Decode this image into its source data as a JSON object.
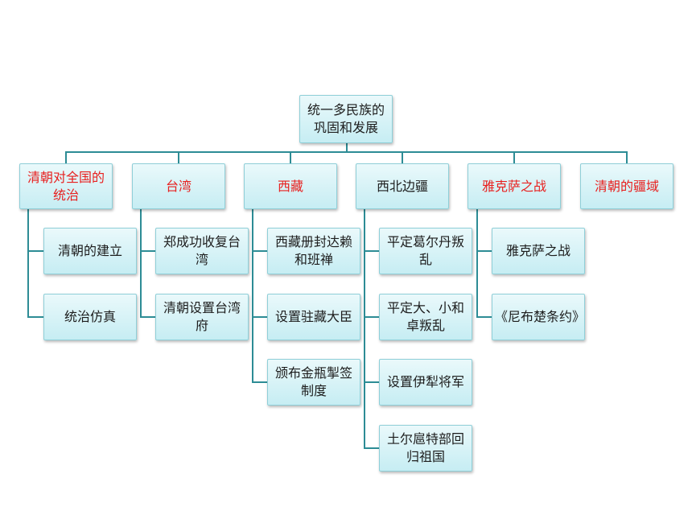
{
  "root": {
    "label": "统一多民族的巩固和发展"
  },
  "categories": [
    {
      "label": "清朝对全国的统治",
      "color": "#e8201f",
      "children": [
        "清朝的建立",
        "统治仿真"
      ]
    },
    {
      "label": "台湾",
      "color": "#e8201f",
      "children": [
        "郑成功收复台湾",
        "清朝设置台湾府"
      ]
    },
    {
      "label": "西藏",
      "color": "#e8201f",
      "children": [
        "西藏册封达赖和班禅",
        "设置驻藏大臣",
        "颁布金瓶掣签制度"
      ]
    },
    {
      "label": "西北边疆",
      "color": "#1d1d1d",
      "children": [
        "平定葛尔丹叛乱",
        "平定大、小和卓叛乱",
        "设置伊犁将军",
        "土尔扈特部回归祖国"
      ]
    },
    {
      "label": "雅克萨之战",
      "color": "#e8201f",
      "children": [
        "雅克萨之战",
        "《尼布楚条约》"
      ]
    },
    {
      "label": "清朝的疆域",
      "color": "#e8201f",
      "children": []
    }
  ]
}
